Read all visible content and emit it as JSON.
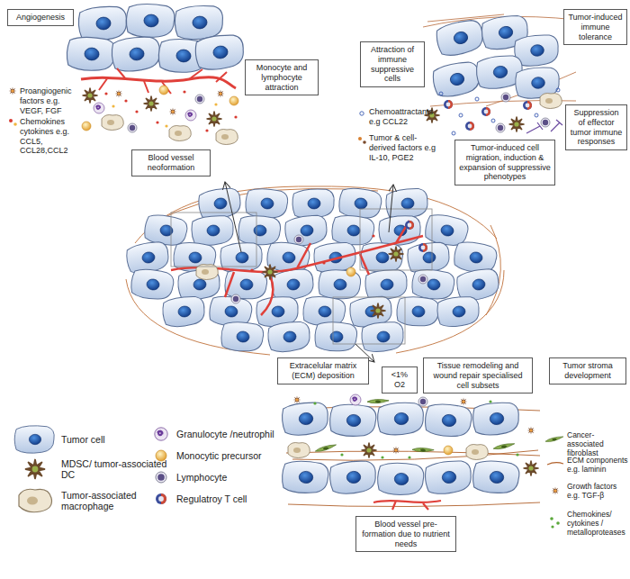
{
  "diagram": {
    "nodes": [
      {
        "text": [
          "Angiogenesis"
        ]
      },
      {
        "text": [
          "Tumor-induced immune tolerance"
        ]
      },
      {
        "text": [
          "Attraction of immune suppressive cells"
        ]
      },
      {
        "text": [
          "Monocyte and lymphocyte attraction"
        ]
      },
      {
        "text": [
          "Suppression of effector tumor immune responses"
        ]
      },
      {
        "text": [
          "Tumor-induced cell migration, induction & expansion of suppressive phenotypes"
        ]
      },
      {
        "text": [
          "Blood vessel neoformation"
        ]
      },
      {
        "text": [
          "Extracelular matrix (ECM) deposition"
        ]
      },
      {
        "text": [
          "<1% O2"
        ]
      },
      {
        "text": [
          "Tissue remodeling and wound repair specialised cell subsets"
        ]
      },
      {
        "text": [
          "Tumor stroma development"
        ]
      },
      {
        "text": [
          "Blood vessel pre-formation due to nutrient needs"
        ]
      }
    ],
    "labels": [
      "Proangiogenic factors e.g. VEGF, FGF",
      "Chemokines cytokines e.g. CCL5, CCL28,CCL2",
      "Chemoattractants e.g CCL22",
      "Tumor & cell-derived factors e.g IL-10, PGE2",
      "Cancer-associated fibroblast",
      "ECM components e.g. laminin",
      "Growth factors e.g. TGF-β",
      "Chemokines/ cytokines / metalloproteases"
    ],
    "legend": [
      {
        "text": "Tumor cell"
      },
      {
        "text": "MDSC/ tumor-associated DC"
      },
      {
        "text": "Tumor-associated macrophage"
      },
      {
        "text": "Granulocyte /neutrophil"
      },
      {
        "text": "Monocytic precursor"
      },
      {
        "text": "Lymphocyte"
      },
      {
        "text": "Regulatroy T cell"
      }
    ]
  }
}
